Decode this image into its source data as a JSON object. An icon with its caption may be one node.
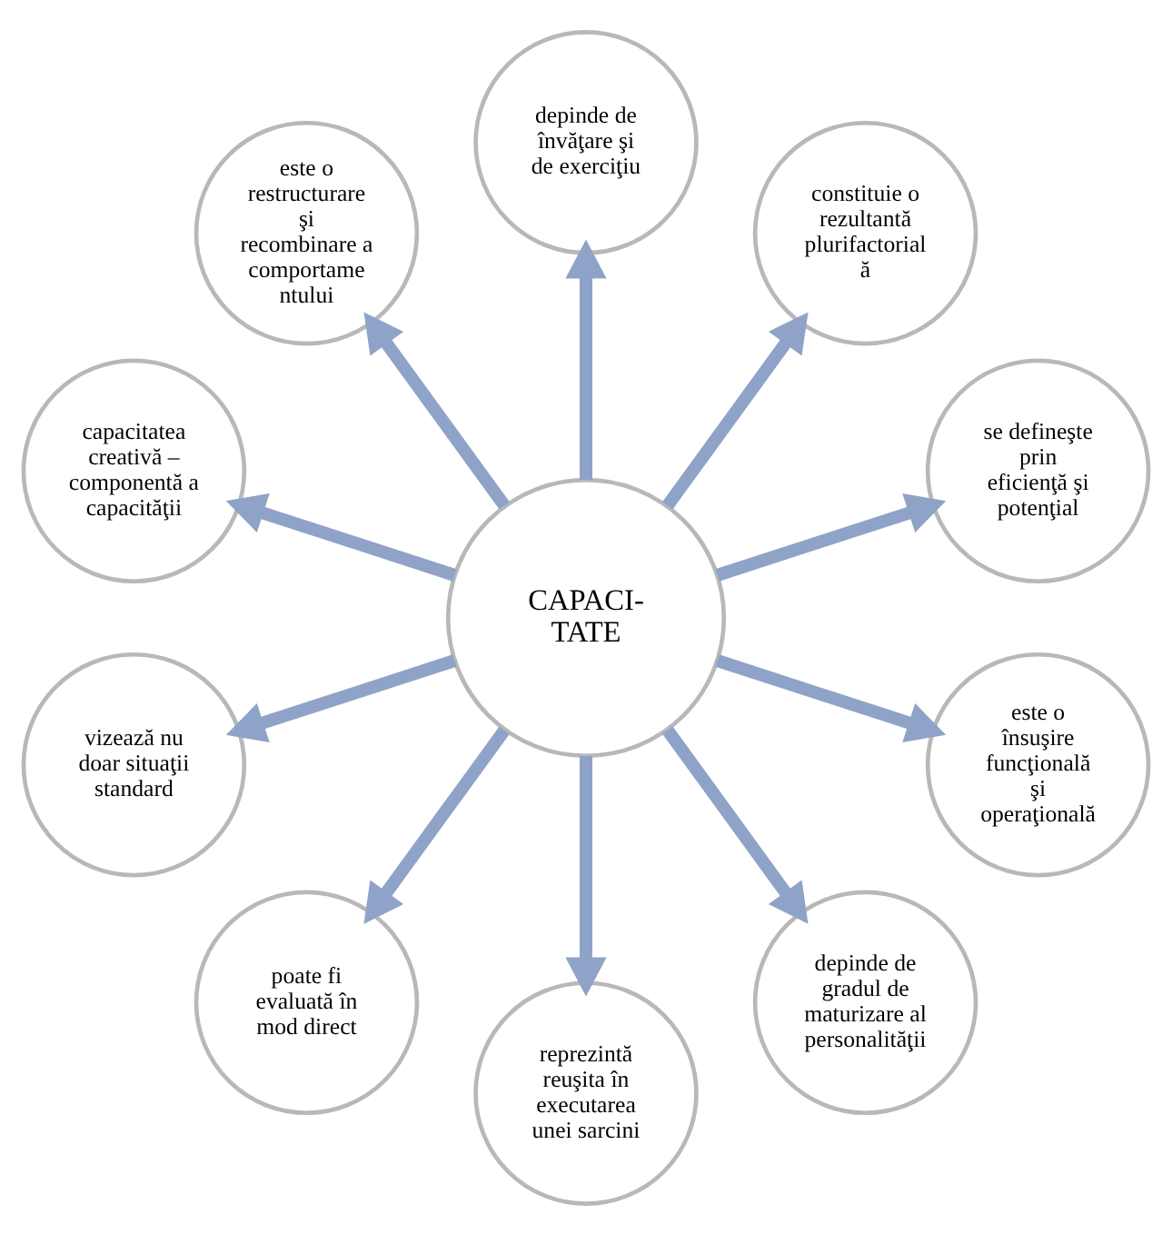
{
  "diagram": {
    "nodes": [
      {
        "text": [
          "CAPACI- TATE"
        ]
      },
      {
        "text": [
          "se defineşte prin eficienţă şi potenţial"
        ]
      },
      {
        "text": [
          "constituie o rezultantă plurifactorial ă"
        ]
      },
      {
        "text": [
          "depinde de învăţare şi de exerciţiu"
        ]
      },
      {
        "text": [
          "este o restructurare şi recombinare a comportame ntului"
        ]
      },
      {
        "text": [
          "capacitatea creativă – componentă a capacităţii"
        ]
      },
      {
        "text": [
          "vizează nu doar situaţii standard"
        ]
      },
      {
        "text": [
          "poate fi evaluată în mod direct"
        ]
      },
      {
        "text": [
          "reprezintă reuşita în executarea unei sarcini"
        ]
      },
      {
        "text": [
          "depinde de gradul de maturizare al personalităţii"
        ]
      },
      {
        "text": [
          "este o însuşire funcţională şi operaţională"
        ]
      }
    ],
    "edges": [
      {
        "from": 0,
        "to": 1,
        "arrow": "to"
      },
      {
        "from": 0,
        "to": 2,
        "arrow": "to"
      },
      {
        "from": 0,
        "to": 3,
        "arrow": "to"
      },
      {
        "from": 0,
        "to": 4,
        "arrow": "to"
      },
      {
        "from": 0,
        "to": 5,
        "arrow": "to"
      },
      {
        "from": 0,
        "to": 6,
        "arrow": "to"
      },
      {
        "from": 0,
        "to": 7,
        "arrow": "to"
      },
      {
        "from": 0,
        "to": 8,
        "arrow": "to"
      },
      {
        "from": 0,
        "to": 9,
        "arrow": "to"
      },
      {
        "from": 0,
        "to": 10,
        "arrow": "to"
      }
    ]
  }
}
